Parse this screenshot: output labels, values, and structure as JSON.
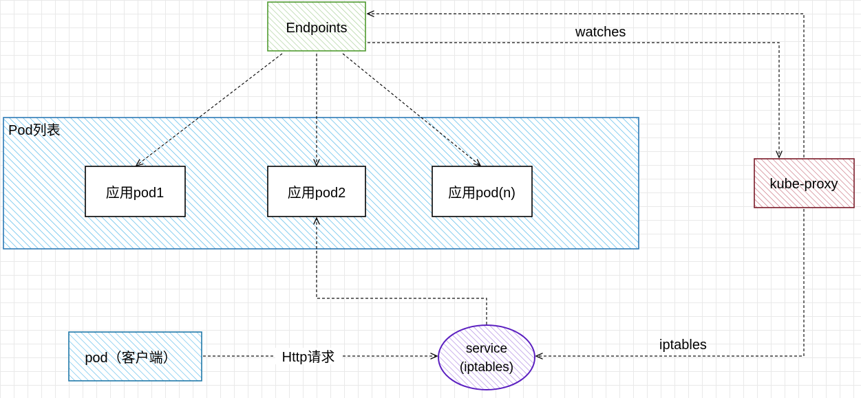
{
  "nodes": {
    "endpoints": {
      "label": "Endpoints",
      "fill": "#d5e8d4",
      "stroke": "#82b366"
    },
    "pod_list": {
      "label": "Pod列表",
      "fill": "#1ba1e2",
      "stroke": "#2d7ab5"
    },
    "pod1": {
      "label": "应用pod1"
    },
    "pod2": {
      "label": "应用pod2"
    },
    "podn": {
      "label": "应用pod(n)"
    },
    "kube_proxy": {
      "label": "kube-proxy",
      "fill": "#a20025",
      "stroke": "#8a1c2b"
    },
    "client_pod": {
      "label": "pod（客户端）",
      "fill": "#1ba1e2",
      "stroke": "#1f78a8"
    },
    "service": {
      "line1": "service",
      "line2": "(iptables)",
      "fill": "#9b6bdb",
      "stroke": "#5b1fc0"
    }
  },
  "edges": {
    "watches": "watches",
    "http_request": "Http请求",
    "iptables": "iptables"
  }
}
